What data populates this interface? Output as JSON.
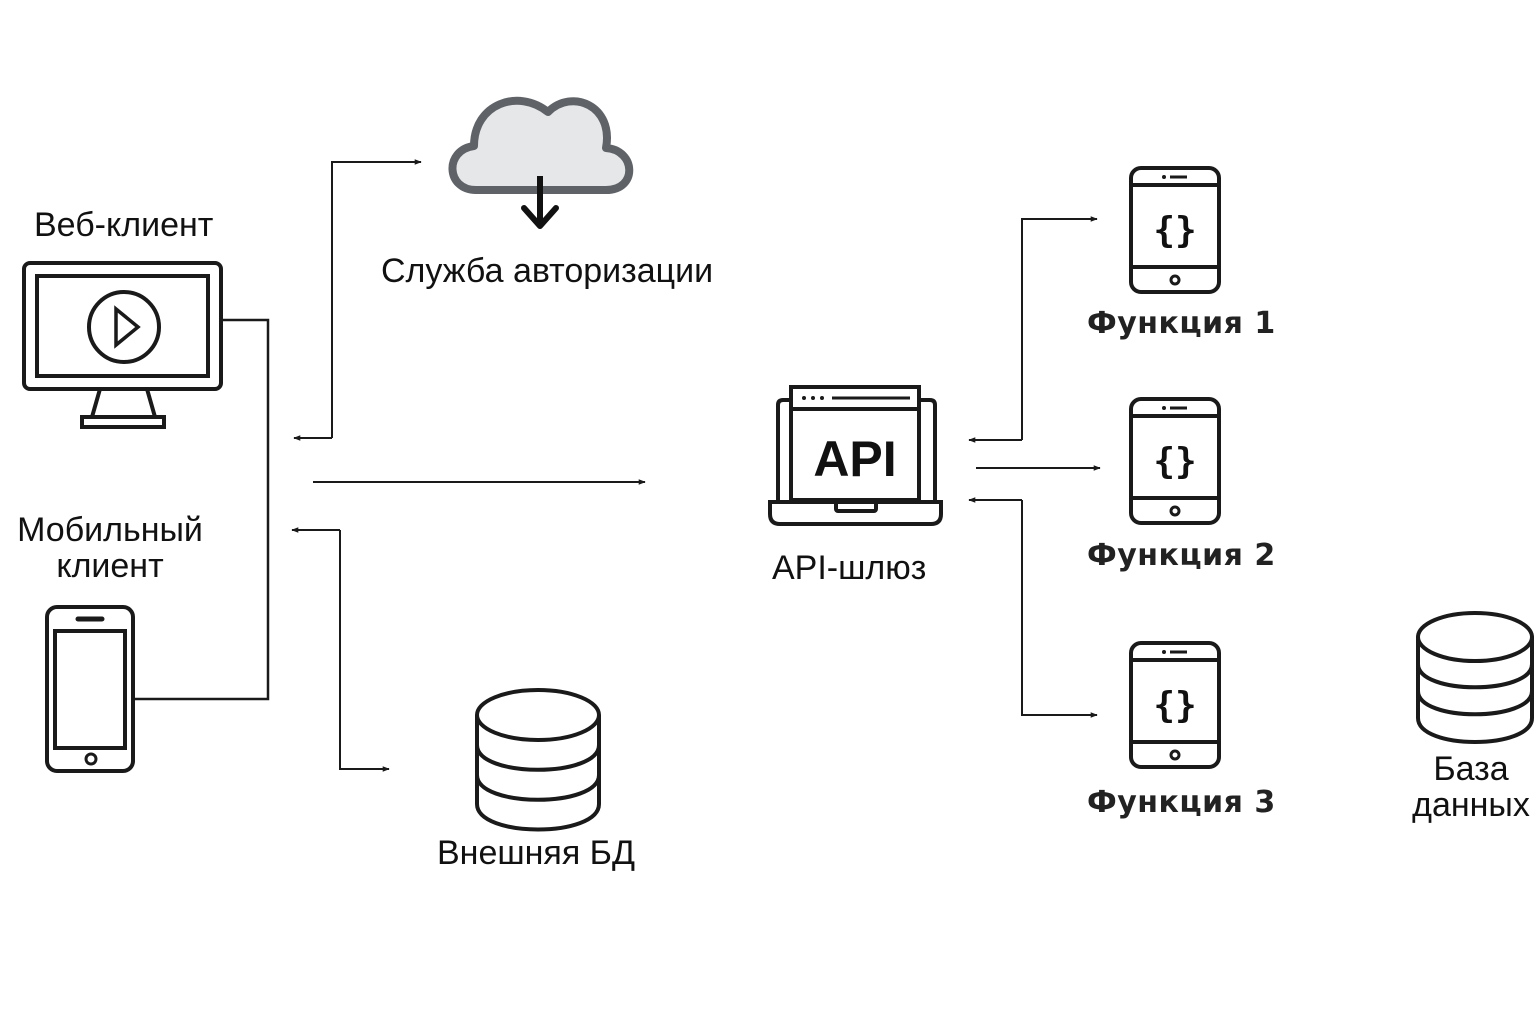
{
  "diagram": {
    "nodes": {
      "web_client": {
        "label": "Веб-клиент",
        "icon": "monitor-play-icon"
      },
      "mobile_client": {
        "label_line1": "Мобильный",
        "label_line2": "клиент",
        "icon": "smartphone-icon"
      },
      "auth_service": {
        "label": "Служба авторизации",
        "icon": "cloud-download-icon"
      },
      "external_db": {
        "label": "Внешняя БД",
        "icon": "database-icon"
      },
      "api_gateway": {
        "label": "API-шлюз",
        "icon": "laptop-api-icon",
        "icon_text": "API"
      },
      "function_1": {
        "label": "Функция 1",
        "icon": "phone-code-icon",
        "icon_text": "{}"
      },
      "function_2": {
        "label": "Функция 2",
        "icon": "phone-code-icon",
        "icon_text": "{}"
      },
      "function_3": {
        "label": "Функция 3",
        "icon": "phone-code-icon",
        "icon_text": "{}"
      },
      "database": {
        "label_line1": "База",
        "label_line2": "данных",
        "icon": "database-icon"
      }
    },
    "colors": {
      "stroke": "#1a1a1a",
      "cloud_stroke": "#5f6368",
      "cloud_fill": "#e6e7e9",
      "background": "#ffffff"
    }
  }
}
